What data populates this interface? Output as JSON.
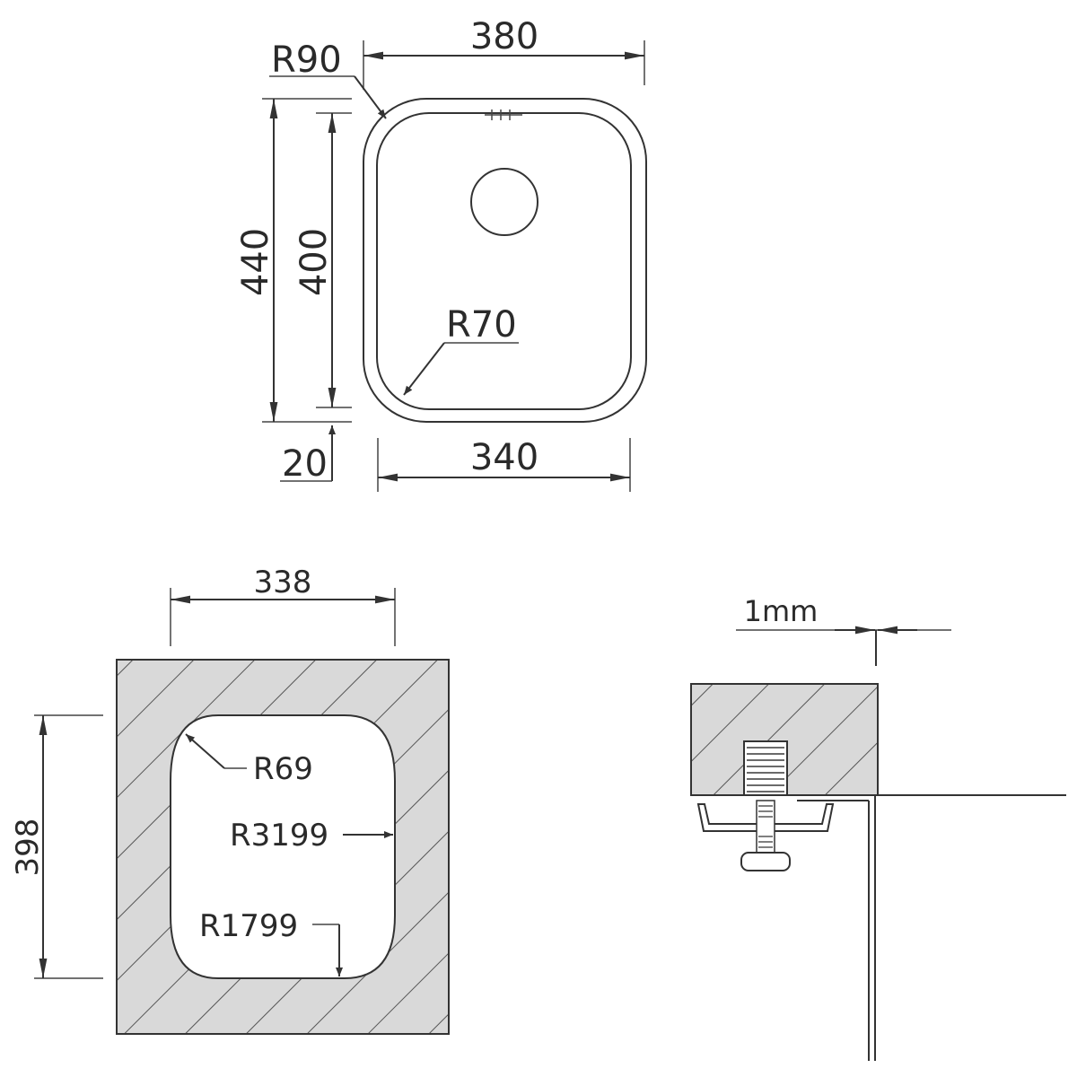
{
  "colors": {
    "line": "#333333",
    "hatch_fill": "#d9d9d9",
    "hatch_line": "#555555",
    "background": "#ffffff"
  },
  "top_view": {
    "outer_width": "380",
    "outer_radius": "R90",
    "outer_height": "440",
    "inner_height": "400",
    "rim_offset": "20",
    "inner_width": "340",
    "inner_radius": "R70"
  },
  "cutout_view": {
    "width": "338",
    "height": "398",
    "corner_radius": "R69",
    "side_radius": "R3199",
    "bottom_radius": "R1799"
  },
  "section_view": {
    "gap_label": "1mm"
  }
}
